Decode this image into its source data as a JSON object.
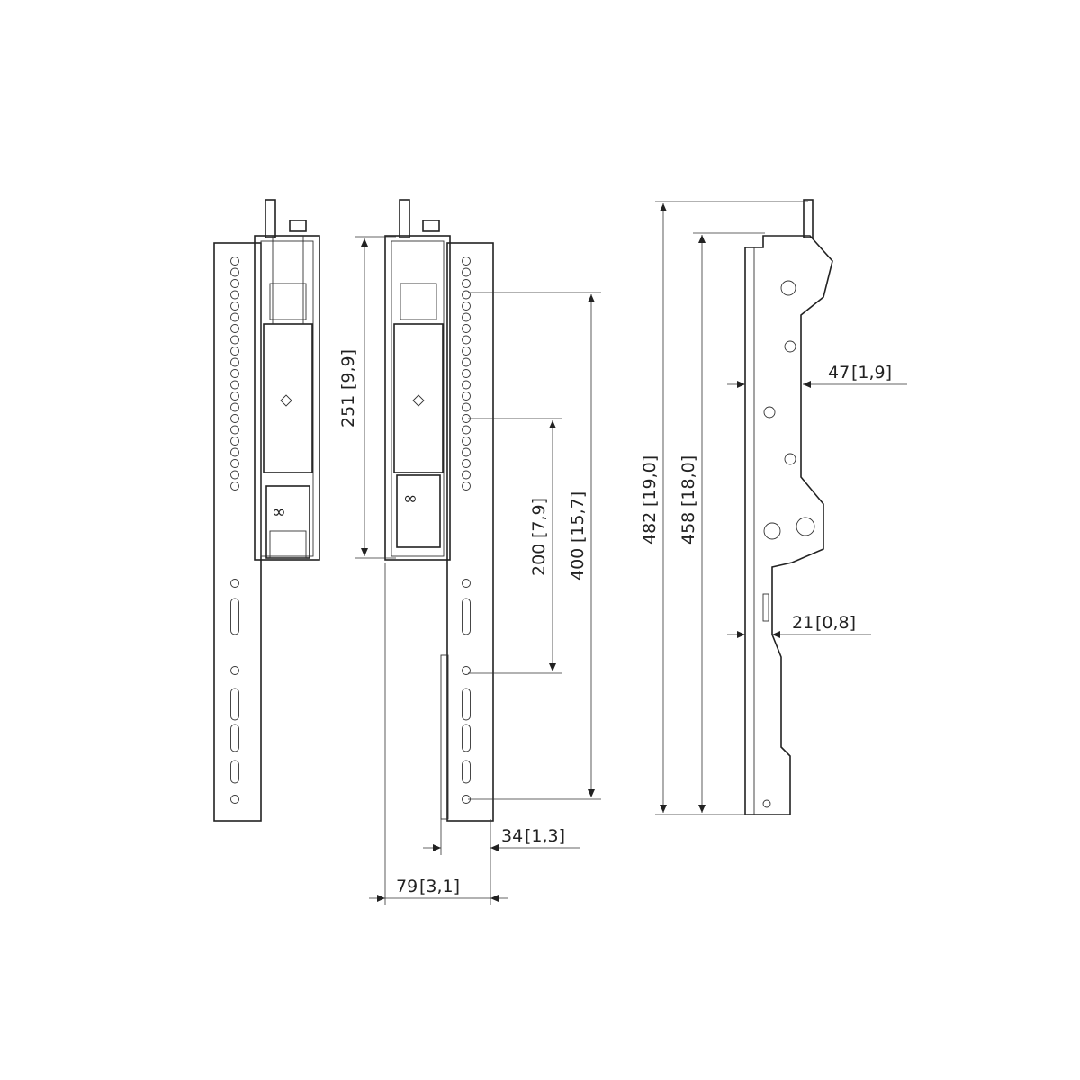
{
  "dimensions": {
    "d251": {
      "mm": "251",
      "in": "9,9"
    },
    "d200": {
      "mm": "200",
      "in": "7,9"
    },
    "d400": {
      "mm": "400",
      "in": "15,7"
    },
    "d482": {
      "mm": "482",
      "in": "19,0"
    },
    "d458": {
      "mm": "458",
      "in": "18,0"
    },
    "d47": {
      "mm": "47",
      "in": "1,9"
    },
    "d21": {
      "mm": "21",
      "in": "0,8"
    },
    "d34": {
      "mm": "34",
      "in": "1,3"
    },
    "d79": {
      "mm": "79",
      "in": "3,1"
    }
  },
  "colors": {
    "line": "#222222",
    "background": "#ffffff"
  }
}
